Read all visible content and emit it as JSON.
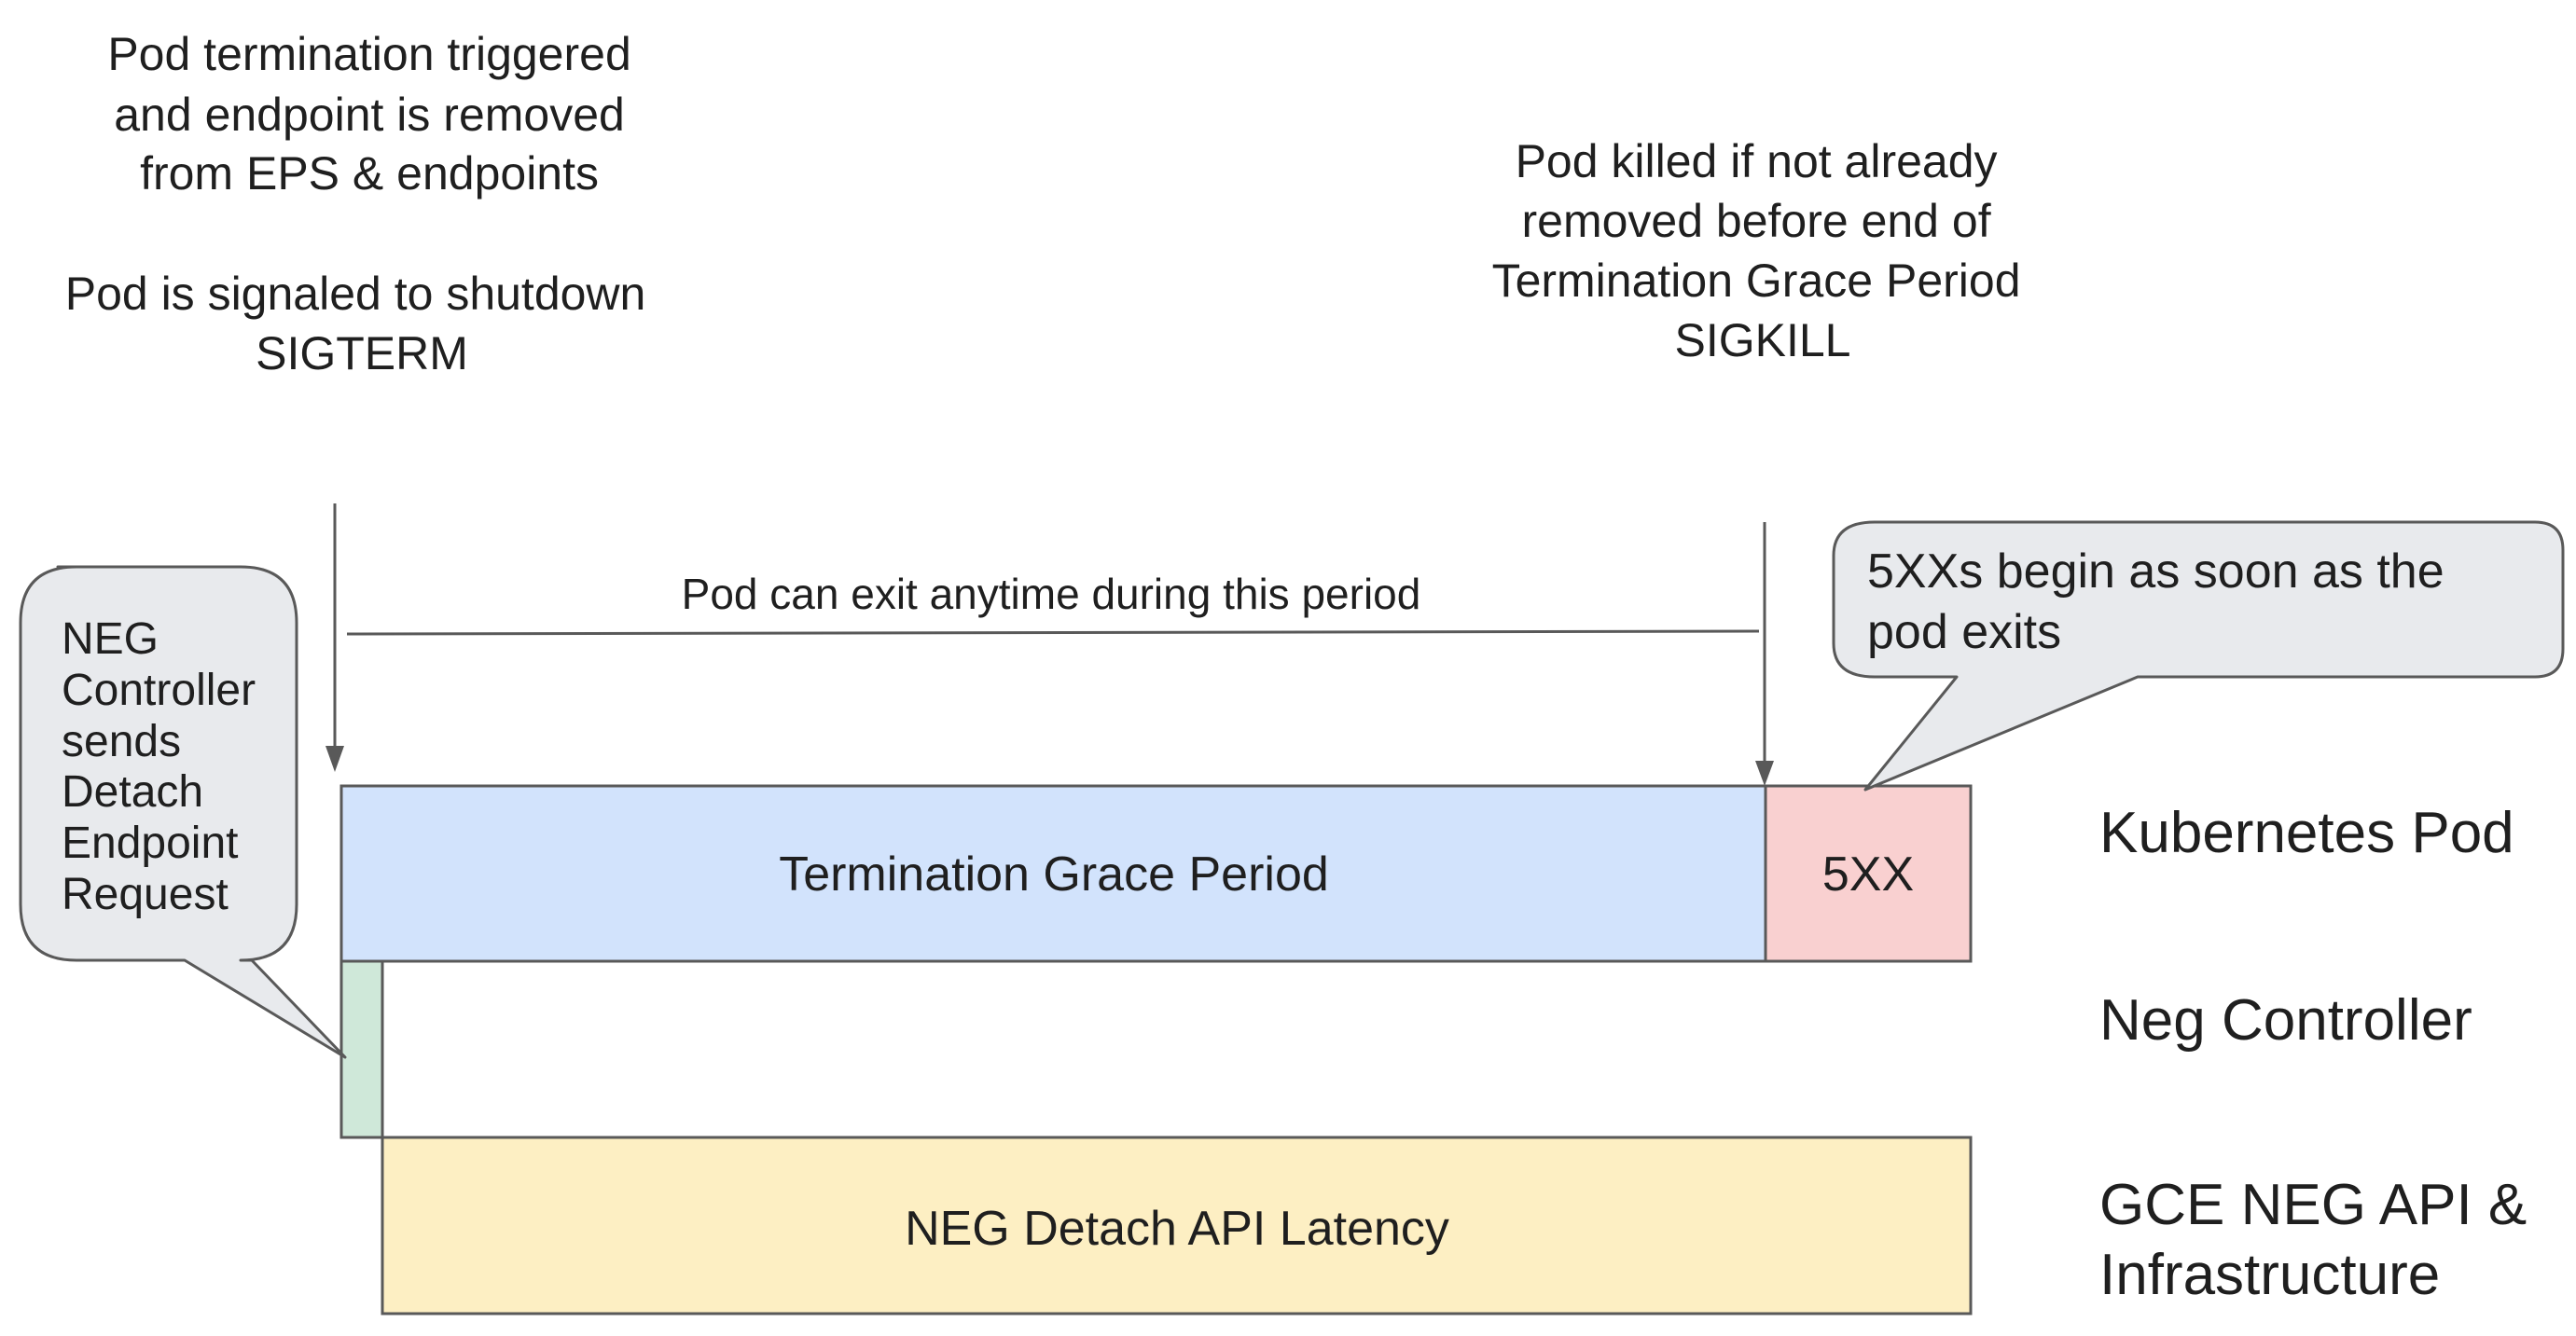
{
  "annotations": {
    "sigterm": {
      "lines": [
        "Pod termination triggered",
        "and endpoint is removed",
        "from EPS & endpoints",
        "",
        "Pod is signaled to shutdown",
        "SIGTERM"
      ]
    },
    "sigkill": {
      "lines": [
        "Pod killed if not already",
        "removed before end of",
        "Termination Grace Period",
        "SIGKILL"
      ]
    },
    "exit_period": "Pod can exit anytime during this period"
  },
  "callouts": {
    "neg_controller": {
      "lines": [
        "NEG",
        "Controller",
        "sends",
        "Detach",
        "Endpoint",
        "Request"
      ]
    },
    "five_xx": {
      "lines": [
        "5XXs begin as soon as the",
        "pod exits"
      ]
    }
  },
  "bars": {
    "termination_grace": {
      "label": "Termination Grace Period",
      "color": "#d2e3fc"
    },
    "five_xx": {
      "label": "5XX",
      "color": "#f9d0d0"
    },
    "neg_controller": {
      "color": "#cfe8d9"
    },
    "neg_detach": {
      "label": "NEG Detach API Latency",
      "color": "#fdefc3"
    }
  },
  "lanes": {
    "kubernetes_pod": "Kubernetes Pod",
    "neg_controller": "Neg Controller",
    "gce_neg_api": {
      "lines": [
        "GCE NEG API &",
        "Infrastructure"
      ]
    }
  },
  "colors": {
    "stroke": "#595959",
    "callout_fill": "#e8eaed"
  }
}
